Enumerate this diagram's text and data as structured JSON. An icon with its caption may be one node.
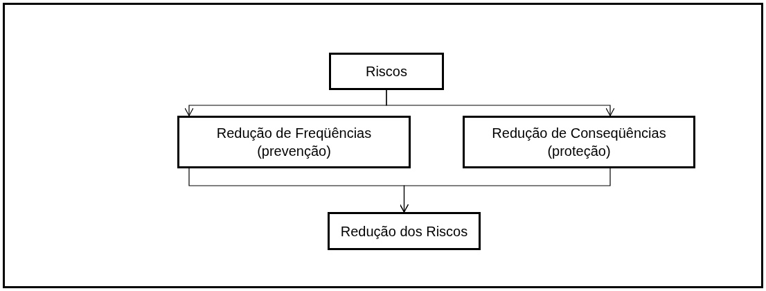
{
  "diagram": {
    "nodes": [
      {
        "text": [
          "Riscos"
        ]
      },
      {
        "text": [
          "Redução de Freqüências (prevenção)"
        ]
      },
      {
        "text": [
          "Redução de Conseqüências (proteção)"
        ]
      },
      {
        "text": [
          "Redução dos Riscos"
        ]
      }
    ],
    "edges": [
      {
        "from": 0,
        "to": 1,
        "arrow": "to"
      },
      {
        "from": 0,
        "to": 2,
        "arrow": "to"
      },
      {
        "from": 1,
        "to": 3,
        "arrow": "to"
      },
      {
        "from": 2,
        "to": 3,
        "arrow": "to"
      }
    ]
  }
}
